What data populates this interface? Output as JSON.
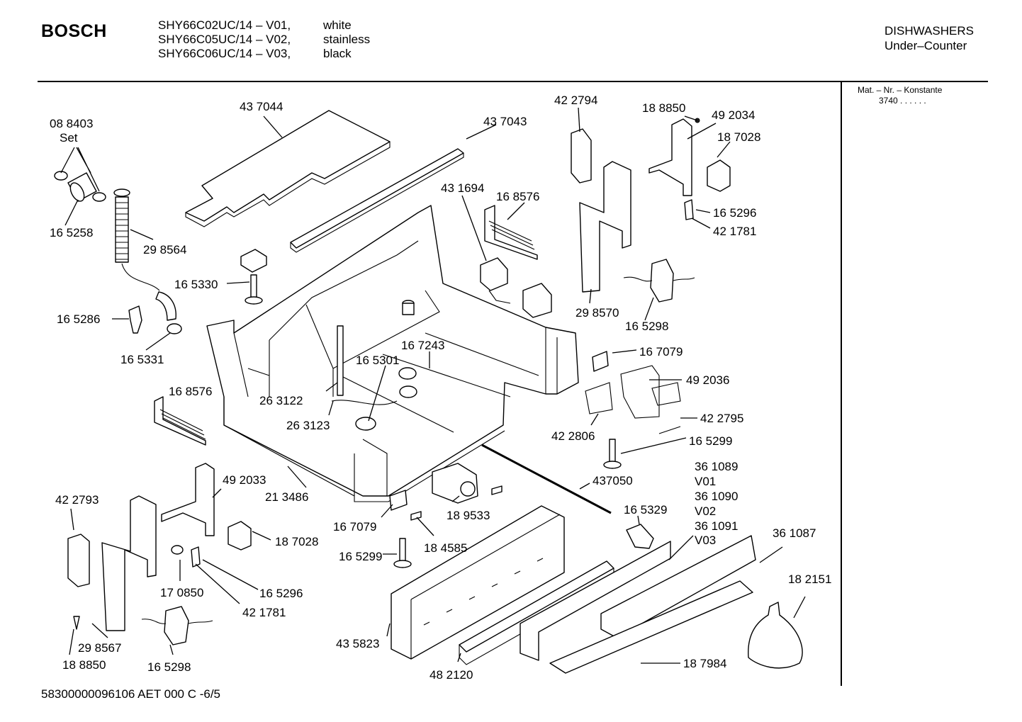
{
  "header": {
    "brand": "BOSCH",
    "models": [
      {
        "model": "SHY66C02UC/14 – V01,",
        "color": "white"
      },
      {
        "model": "SHY66C05UC/14 – V02,",
        "color": "stainless"
      },
      {
        "model": "SHY66C06UC/14 – V03,",
        "color": "black"
      }
    ],
    "category": "DISHWASHERS",
    "subcategory": "Under–Counter"
  },
  "sidebar": {
    "label": "Mat. – Nr. – Konstante",
    "value": "3740 . . . . . ."
  },
  "part_labels": [
    "43 7044",
    "08 8403",
    "Set",
    "43 7043",
    "42 2794",
    "18 8850",
    "49 2034",
    "18 7028",
    "43 1694",
    "16 8576",
    "16 5258",
    "29 8564",
    "16 5296",
    "42 1781",
    "16 5330",
    "29 8570",
    "16 5298",
    "16 5286",
    "16 7243",
    "16 5331",
    "16 5301",
    "16 7079",
    "49 2036",
    "16 8576",
    "26 3122",
    "42 2795",
    "26 3123",
    "42 2806",
    "16 5299",
    "36 1089",
    "V01",
    "49 2033",
    "437050",
    "36 1090",
    "21 3486",
    "42 2793",
    "16 5329",
    "V02",
    "36 1091",
    "V03",
    "18 9533",
    "36 1087",
    "16 7079",
    "18 7028",
    "18 4585",
    "16 5299",
    "18 2151",
    "17 0850",
    "16 5296",
    "42 1781",
    "29 8567",
    "43 5823",
    "18 8850",
    "16 5298",
    "18 7984",
    "48 2120"
  ],
  "footer": {
    "code": "58300000096106 AET 000 C -6/5"
  }
}
